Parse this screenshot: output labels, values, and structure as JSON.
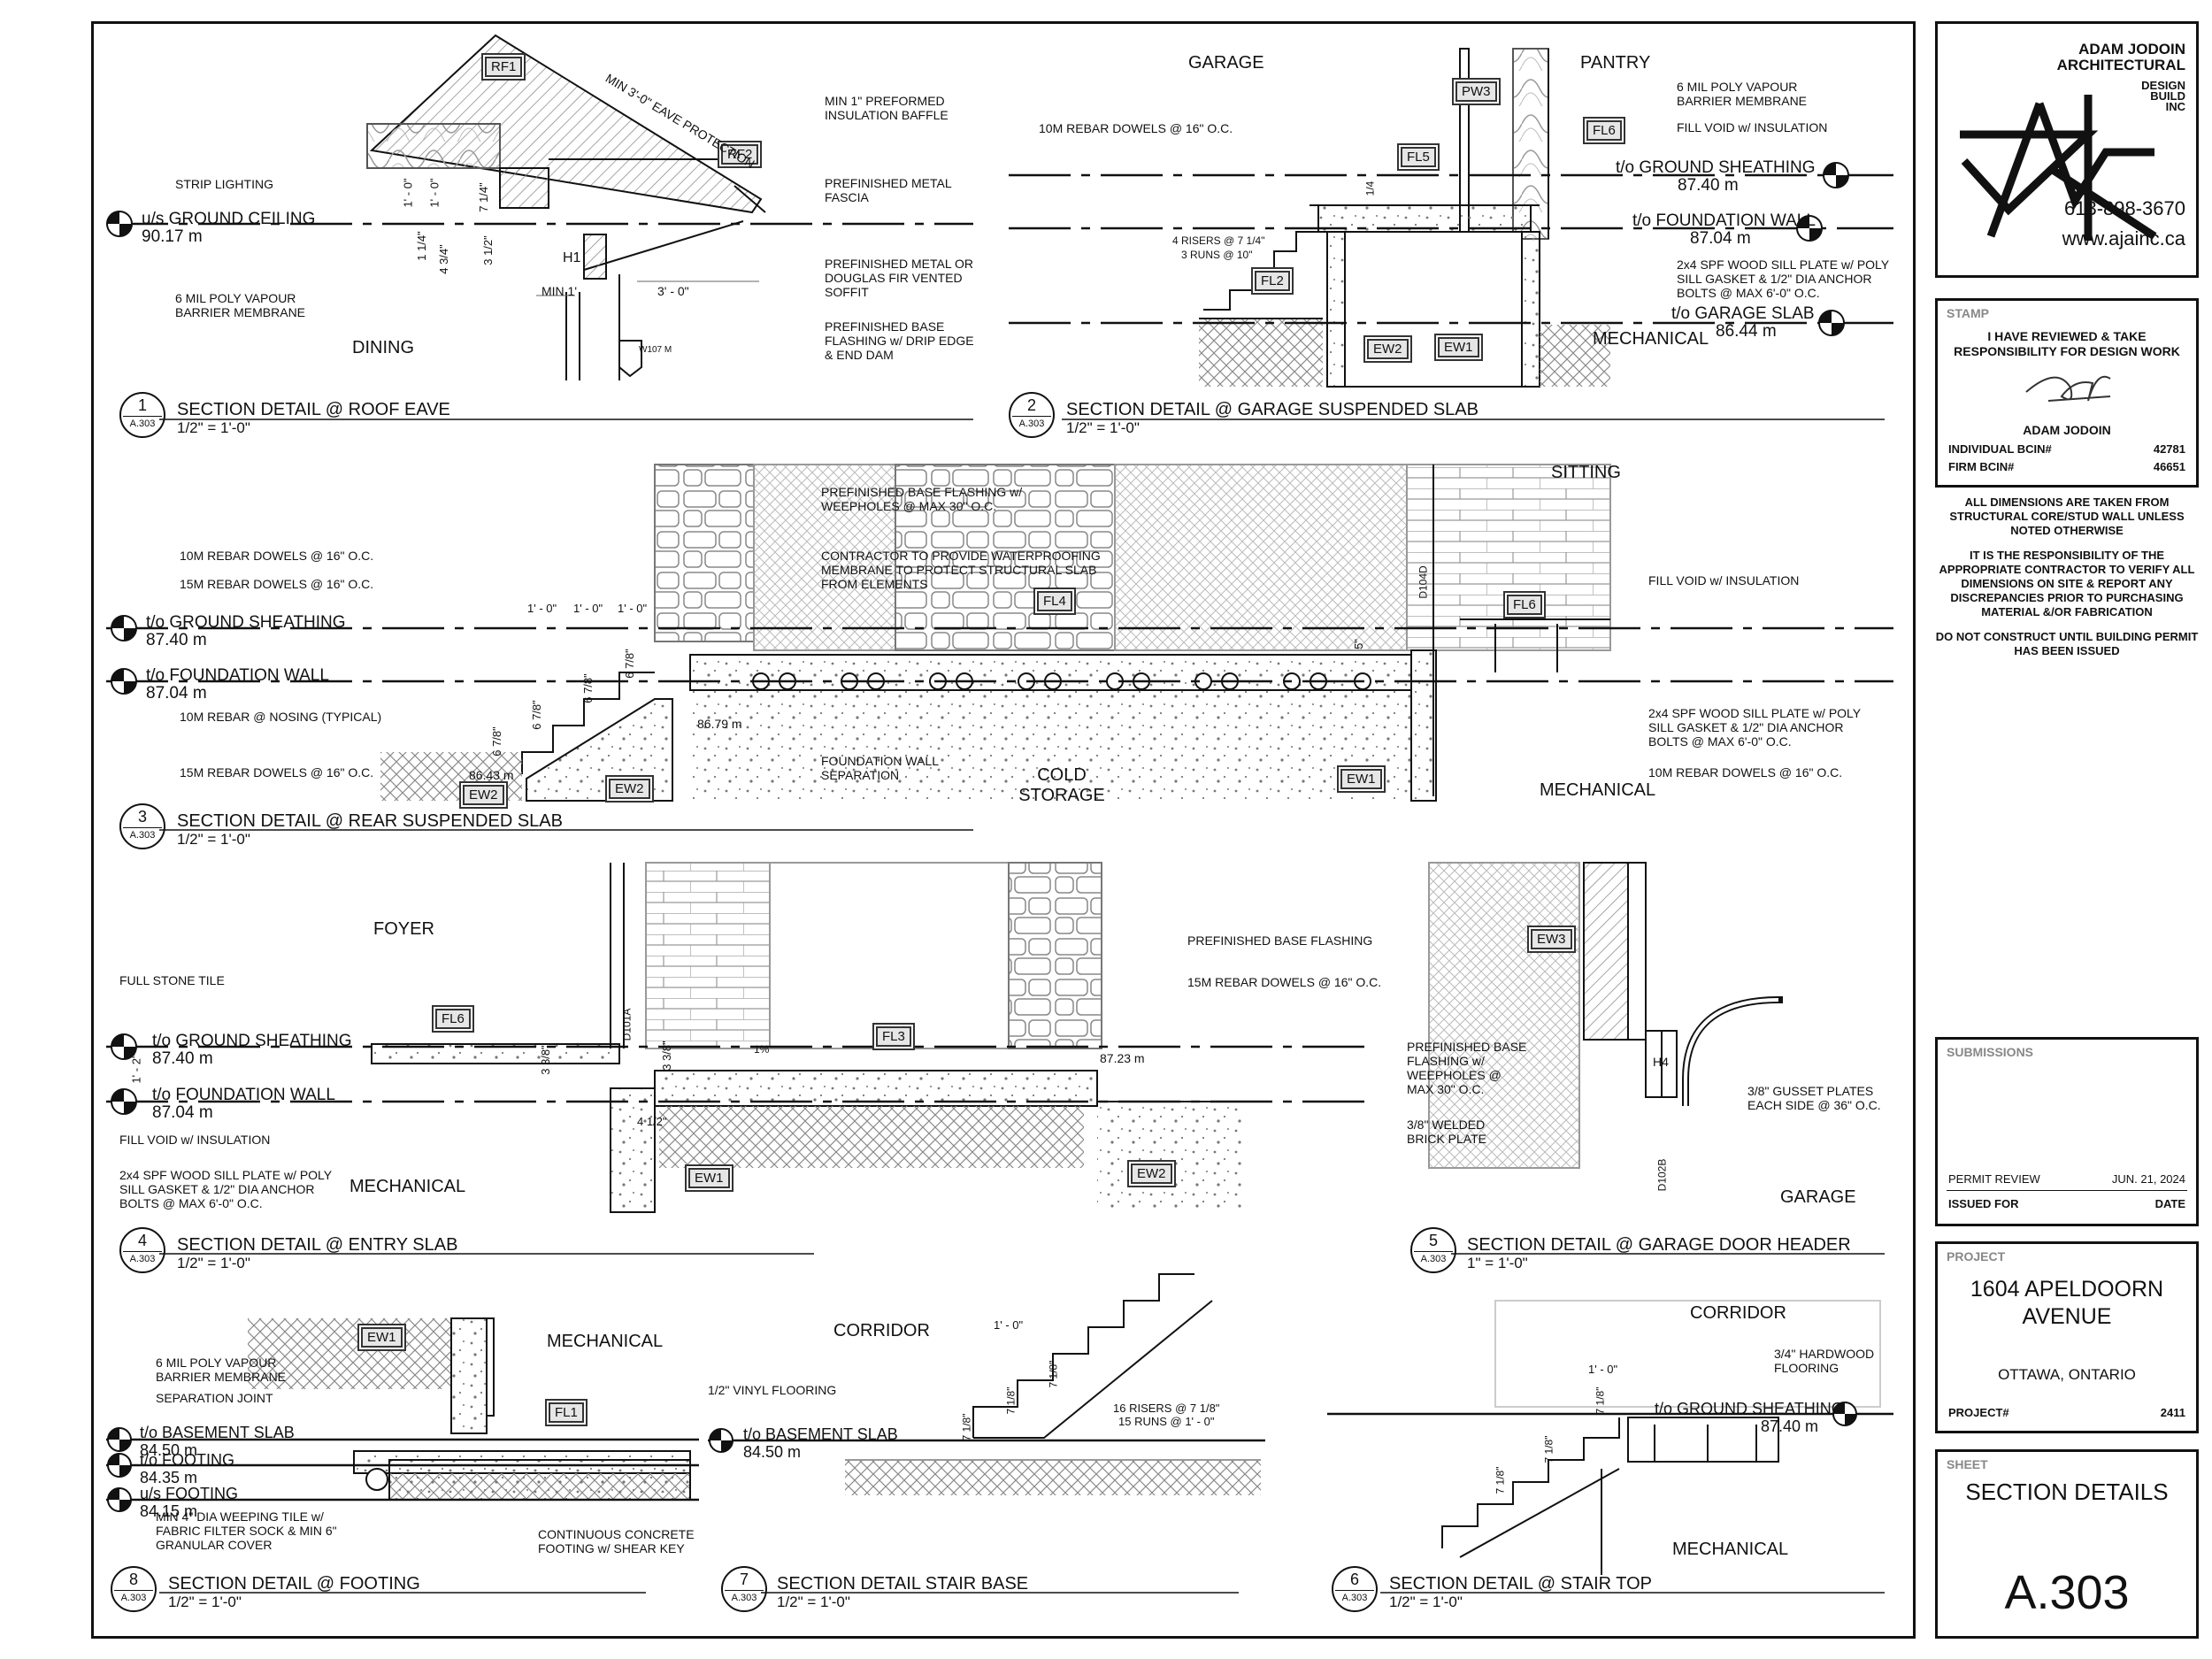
{
  "title_block": {
    "firm": {
      "line1": "ADAM JODOIN",
      "line2": "ARCHITECTURAL",
      "line3": "DESIGN",
      "line4": "BUILD",
      "line5": "INC",
      "phone": "613-898-3670",
      "web": "www.ajainc.ca"
    },
    "stamp": {
      "header": "STAMP",
      "statement": "I HAVE REVIEWED & TAKE RESPONSIBILITY FOR DESIGN WORK",
      "name": "ADAM JODOIN",
      "individual_label": "INDIVIDUAL BCIN#",
      "individual_value": "42781",
      "firm_label": "FIRM BCIN#",
      "firm_value": "46651"
    },
    "notes": [
      "ALL DIMENSIONS ARE TAKEN FROM STRUCTURAL CORE/STUD WALL UNLESS NOTED OTHERWISE",
      "IT IS THE RESPONSIBILITY OF THE APPROPRIATE CONTRACTOR TO VERIFY ALL DIMENSIONS ON SITE & REPORT ANY DISCREPANCIES PRIOR TO PURCHASING MATERIAL &/OR FABRICATION",
      "DO NOT CONSTRUCT UNTIL BUILDING PERMIT HAS BEEN ISSUED"
    ],
    "submissions": {
      "header": "SUBMISSIONS",
      "row_issue": "PERMIT REVIEW",
      "row_date": "JUN. 21, 2024",
      "col_issued": "ISSUED FOR",
      "col_date": "DATE"
    },
    "project": {
      "header": "PROJECT",
      "name_line1": "1604 APELDOORN",
      "name_line2": "AVENUE",
      "city": "OTTAWA, ONTARIO",
      "number_label": "PROJECT#",
      "number": "2411"
    },
    "sheet": {
      "header": "SHEET",
      "title": "SECTION DETAILS",
      "number": "A.303"
    }
  },
  "details": [
    {
      "num": "1",
      "ref": "A.303",
      "title": "SECTION DETAIL @ ROOF EAVE",
      "scale": "1/2\" = 1'-0\""
    },
    {
      "num": "2",
      "ref": "A.303",
      "title": "SECTION DETAIL @ GARAGE SUSPENDED SLAB",
      "scale": "1/2\" = 1'-0\""
    },
    {
      "num": "3",
      "ref": "A.303",
      "title": "SECTION DETAIL @ REAR SUSPENDED SLAB",
      "scale": "1/2\" = 1'-0\""
    },
    {
      "num": "4",
      "ref": "A.303",
      "title": "SECTION DETAIL @ ENTRY SLAB",
      "scale": "1/2\" = 1'-0\""
    },
    {
      "num": "5",
      "ref": "A.303",
      "title": "SECTION DETAIL @ GARAGE DOOR HEADER",
      "scale": "1\" = 1'-0\""
    },
    {
      "num": "8",
      "ref": "A.303",
      "title": "SECTION DETAIL @ FOOTING",
      "scale": "1/2\" = 1'-0\""
    },
    {
      "num": "7",
      "ref": "A.303",
      "title": "SECTION DETAIL STAIR BASE",
      "scale": "1/2\" = 1'-0\""
    },
    {
      "num": "6",
      "ref": "A.303",
      "title": "SECTION DETAIL @ STAIR TOP",
      "scale": "1/2\" = 1'-0\""
    }
  ],
  "d1": {
    "rooms": [
      "DINING"
    ],
    "elev": [
      {
        "name": "u/s GROUND CEILING",
        "value": "90.17 m"
      }
    ],
    "tags": [
      "RF1",
      "RF2",
      "H1",
      "W107 M"
    ],
    "dims": [
      "MIN 3'-0\" EAVE PROTECTION",
      "1' - 0\"",
      "1' - 0\"",
      "7 1/4\"",
      "1 1/4\"",
      "4 3/4\"",
      "3 1/2\"",
      "MIN 1'",
      "3' - 0\""
    ],
    "notes": [
      "MIN 1\" PREFORMED INSULATION BAFFLE",
      "PREFINISHED METAL FASCIA",
      "PREFINISHED METAL OR DOUGLAS FIR VENTED SOFFIT",
      "PREFINISHED BASE FLASHING w/ DRIP EDGE & END DAM",
      "STRIP LIGHTING",
      "6 MIL POLY VAPOUR BARRIER MEMBRANE"
    ]
  },
  "d2": {
    "rooms": [
      "GARAGE",
      "PANTRY",
      "MECHANICAL"
    ],
    "elev": [
      {
        "name": "t/o GROUND SHEATHING",
        "value": "87.40 m"
      },
      {
        "name": "t/o FOUNDATION WALL",
        "value": "87.04 m"
      },
      {
        "name": "t/o GARAGE SLAB",
        "value": "86.44 m"
      }
    ],
    "tags": [
      "PW3",
      "FL6",
      "FL5",
      "FL2",
      "EW2",
      "EW1"
    ],
    "dims": [
      "4 RISERS @ 7 1/4\"",
      "3 RUNS @ 10\"",
      "1/4"
    ],
    "notes": [
      "10M REBAR DOWELS @ 16\" O.C.",
      "6 MIL POLY VAPOUR BARRIER MEMBRANE",
      "FILL VOID w/ INSULATION",
      "2x4 SPF WOOD SILL PLATE w/ POLY SILL GASKET & 1/2\" DIA ANCHOR BOLTS @ MAX 6'-0\" O.C."
    ]
  },
  "d3": {
    "rooms": [
      "SITTING",
      "COLD STORAGE",
      "MECHANICAL"
    ],
    "elev": [
      {
        "name": "t/o GROUND SHEATHING",
        "value": "87.40 m"
      },
      {
        "name": "t/o FOUNDATION WALL",
        "value": "87.04 m"
      }
    ],
    "spot": [
      "86.79 m",
      "86.43 m"
    ],
    "tags": [
      "FL4",
      "FL6",
      "EW2",
      "EW2",
      "EW1",
      "D104D"
    ],
    "dims": [
      "1' - 0\"",
      "1' - 0\"",
      "1' - 0\"",
      "6 7/8\"",
      "6 7/8\"",
      "6 7/8\"",
      "6 7/8\"",
      "5\""
    ],
    "notes": [
      "10M REBAR DOWELS @ 16\" O.C.",
      "15M REBAR DOWELS @ 16\" O.C.",
      "10M REBAR @ NOSING (TYPICAL)",
      "15M REBAR DOWELS @ 16\" O.C.",
      "PREFINISHED BASE FLASHING w/ WEEPHOLES @ MAX 30\" O.C.",
      "CONTRACTOR TO PROVIDE WATERPROOFING MEMBRANE TO PROTECT STRUCTURAL SLAB FROM ELEMENTS",
      "FOUNDATION WALL SEPARATION",
      "FILL VOID w/ INSULATION",
      "2x4 SPF WOOD SILL PLATE w/ POLY SILL GASKET & 1/2\" DIA ANCHOR BOLTS @ MAX 6'-0\" O.C.",
      "10M REBAR DOWELS @ 16\" O.C."
    ]
  },
  "d4": {
    "rooms": [
      "FOYER",
      "MECHANICAL"
    ],
    "elev": [
      {
        "name": "t/o GROUND SHEATHING",
        "value": "87.40 m"
      },
      {
        "name": "t/o FOUNDATION WALL",
        "value": "87.04 m"
      }
    ],
    "spot": [
      "87.23 m"
    ],
    "tags": [
      "FL6",
      "FL3",
      "EW1",
      "EW2",
      "D101A"
    ],
    "dims": [
      "1' - 2\"",
      "3 3/8\"",
      "3 3/8\"",
      "1%",
      "4 1/2\""
    ],
    "notes": [
      "FULL STONE TILE",
      "FILL VOID w/ INSULATION",
      "2x4 SPF WOOD SILL PLATE w/ POLY SILL GASKET & 1/2\" DIA ANCHOR BOLTS @ MAX 6'-0\" O.C.",
      "PREFINISHED BASE FLASHING",
      "15M REBAR DOWELS @ 16\" O.C."
    ]
  },
  "d5": {
    "rooms": [
      "GARAGE"
    ],
    "tags": [
      "EW3",
      "H4",
      "D102B"
    ],
    "notes": [
      "PREFINISHED BASE FLASHING w/ WEEPHOLES @ MAX 30\" O.C.",
      "3/8\" WELDED BRICK PLATE",
      "3/8\" GUSSET PLATES EACH SIDE @ 36\" O.C."
    ]
  },
  "d8": {
    "rooms": [
      "MECHANICAL"
    ],
    "elev": [
      {
        "name": "t/o BASEMENT SLAB",
        "value": "84.50 m"
      },
      {
        "name": "t/o FOOTING",
        "value": "84.35 m"
      },
      {
        "name": "u/s FOOTING",
        "value": "84.15 m"
      }
    ],
    "tags": [
      "EW1",
      "FL1"
    ],
    "notes": [
      "6 MIL POLY VAPOUR BARRIER MEMBRANE",
      "SEPARATION JOINT",
      "MIN 4\" DIA WEEPING TILE w/ FABRIC FILTER SOCK & MIN 6\" GRANULAR COVER",
      "CONTINUOUS CONCRETE FOOTING w/ SHEAR KEY"
    ]
  },
  "d7": {
    "rooms": [
      "CORRIDOR"
    ],
    "elev": [
      {
        "name": "t/o BASEMENT SLAB",
        "value": "84.50 m"
      }
    ],
    "dims": [
      "1' - 0\"",
      "7 1/8\"",
      "7 1/8\"",
      "7 1/8\"",
      "16 RISERS @ 7 1/8\"",
      "15 RUNS @ 1' - 0\""
    ],
    "notes": [
      "1/2\" VINYL FLOORING"
    ]
  },
  "d6": {
    "rooms": [
      "CORRIDOR",
      "MECHANICAL"
    ],
    "elev": [
      {
        "name": "t/o GROUND SHEATHING",
        "value": "87.40 m"
      }
    ],
    "dims": [
      "1' - 0\"",
      "7 1/8\"",
      "7 1/8\"",
      "7 1/8\""
    ],
    "notes": [
      "3/4\" HARDWOOD FLOORING"
    ]
  }
}
